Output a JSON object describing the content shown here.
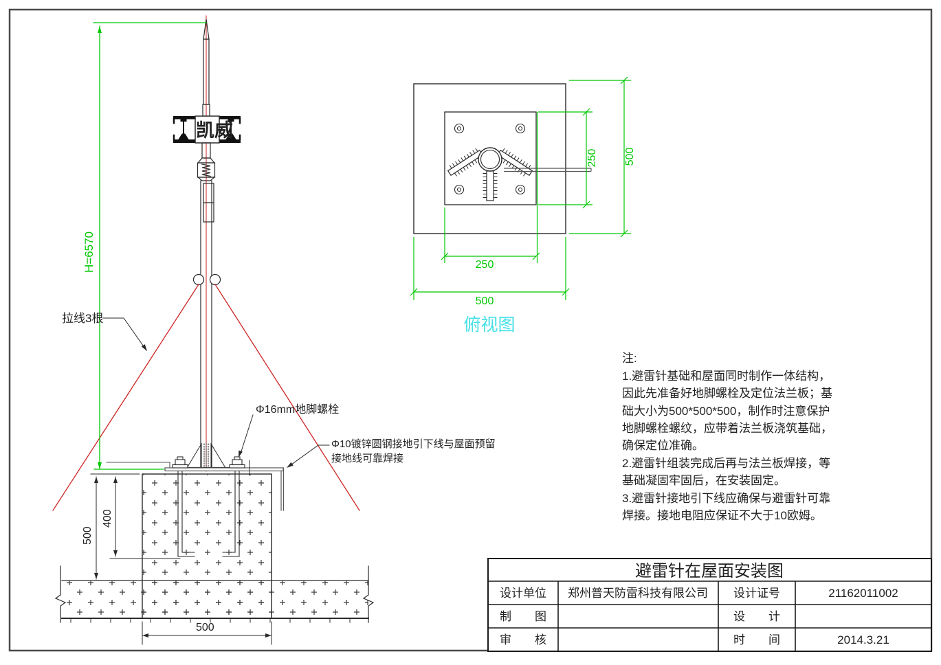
{
  "drawing": {
    "colors": {
      "dimension_green": "#00c800",
      "caption_cyan": "#45e0e8",
      "guy_wire_red": "#cc2222",
      "linework_black": "#2a2a2a",
      "steel_gray": "#555555"
    },
    "elevation": {
      "brand_label": "凯威",
      "height_dim": "H=6570",
      "guy_wire_label": "拉线3根",
      "anchor_bolt_label": "Φ16mm地脚螺栓",
      "ground_label_line1": "Φ10镀锌圆钢接地引下线与屋面预留",
      "ground_label_line2": "接地线可靠焊接",
      "dim_depth_500": "500",
      "dim_depth_400": "400",
      "dim_width_500": "500"
    },
    "plan": {
      "caption": "俯视图",
      "dim_250_vertical": "250",
      "dim_500_vertical": "500",
      "dim_250_horizontal": "250",
      "dim_500_horizontal": "500"
    },
    "notes": {
      "lines": [
        "注:",
        "1.避雷针基础和屋面同时制作一体结构，",
        "因此先准备好地脚螺栓及定位法兰板；基",
        "础大小为500*500*500，制作时注意保护",
        "地脚螺栓螺纹，应带着法兰板浇筑基础，",
        "确保定位准确。",
        "2.避雷针组装完成后再与法兰板焊接，等",
        "基础凝固牢固后，在安装固定。",
        "3.避雷针接地引下线应确保与避雷针可靠",
        "焊接。接地电阻应保证不大于10欧姆。"
      ]
    },
    "title_block": {
      "title": "避雷针在屋面安装图",
      "rows": [
        {
          "label1": "设计单位",
          "value1": "郑州普天防雷科技有限公司",
          "label2": "设计证号",
          "value2": "21162011002"
        },
        {
          "label1": "制　　图",
          "value1": "",
          "label2": "设　　计",
          "value2": ""
        },
        {
          "label1": "审　　核",
          "value1": "",
          "label2": "时　　间",
          "value2": "2014.3.21"
        }
      ]
    }
  }
}
